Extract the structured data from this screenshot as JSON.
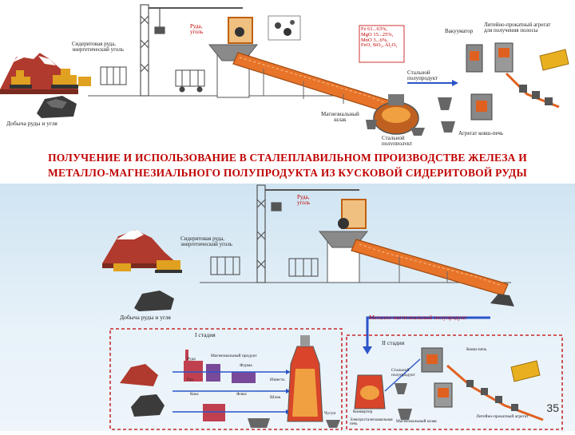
{
  "title": {
    "line1": "ПОЛУЧЕНИЕ И ИСПОЛЬЗОВАНИЕ В СТАЛЕПЛАВИЛЬНОМ ПРОИЗВОДСТВЕ ЖЕЛЕЗА И",
    "line2": "МЕТАЛЛО-МАГНЕЗИАЛЬНОГО ПОЛУПРОДУКТА ИЗ КУСКОВОЙ СИДЕРИТОВОЙ РУДЫ"
  },
  "top_diagram": {
    "ore_coal": "Руда,\nуголь",
    "siderite_ore": "Сидеритовая руда,\nэнергетический уголь",
    "mining": "Добыча руды и угля",
    "composition": "Fe 61...63%,\nMgO 15...25%,\nMnO 3...6%,\nFeO, SiO₂, Al₂O₃",
    "vacuum": "Вакууматор",
    "casting_unit": "Литейно-прокатный агрегат\nдля получения полосы",
    "steel_semi": "Стальной\nполупродукт",
    "magnesia_slag": "Магнезиальный\nшлак",
    "steel_semi2": "Стальной\nполупродукт",
    "ladle_furnace": "Агрегат ковш-печь"
  },
  "bottom_diagram": {
    "ore_coal": "Руда,\nуголь",
    "siderite_ore": "Сидеритовая руда,\nэнергетический уголь",
    "mining": "Добыча руды и угля",
    "product": "Металло-магнезиальный полупродукт",
    "stage1": "I стадия",
    "stage2": "II стадия",
    "stage1_labels": [
      "Руда",
      "Магнезиальный продукт",
      "Газ",
      "Кокс",
      "Флюс",
      "Фурма",
      "Шлак",
      "Чугун",
      "Известь"
    ],
    "stage2_labels": [
      "Конвертер",
      "Ковш-печь",
      "Стальной полупродукт",
      "Магнезиальный шлак",
      "Электросталеплавильная печь",
      "Литейно-прокатный агрегат"
    ]
  },
  "slide_number": "35",
  "colors": {
    "title_red": "#c00000",
    "conveyor_orange": "#e8742a",
    "steel_grey": "#6d6d6d",
    "sky_blue": "#cfe4f2",
    "arrow_blue": "#2b55c9"
  }
}
